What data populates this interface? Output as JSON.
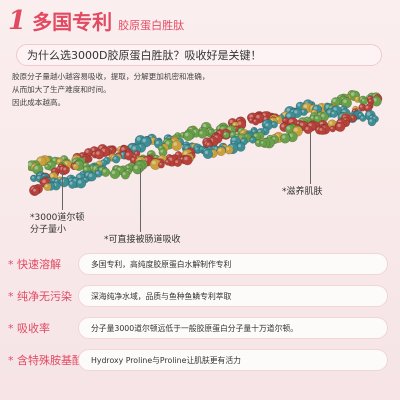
{
  "header": {
    "number": "1",
    "title": "多国专利",
    "subtitle": "胶原蛋白胜肽"
  },
  "question": "为什么选3000D胶原蛋白胜肽？吸收好是关键！",
  "description": [
    "胶原分子量越小越容易吸收，提取，分解更加机密和准确，",
    "从而加大了生产难度和时间。",
    "因此成本越高。"
  ],
  "labels": {
    "left_line1": "*3000道尔顿",
    "left_line2": "分子量小",
    "middle": "*可直接被肠道吸收",
    "right": "*滋养肌肤"
  },
  "features": [
    {
      "name": "* 快速溶解",
      "detail": "多国专利，高纯度胶原蛋白水解制作专利"
    },
    {
      "name": "* 纯净无污染",
      "detail": "深海纯净水域，品质与鱼种鱼鳞专利萃取"
    },
    {
      "name": "* 吸收率",
      "detail": "分子量3000道尔顿远低于一般胶原蛋白分子量十万道尔顿。"
    },
    {
      "name": "* 含特殊胺基酸",
      "detail": "Hydroxy Proline与Proline让肌肤更有活力"
    }
  ],
  "colors": {
    "accent": "#e24a62",
    "helix_teal": "#3e8e96",
    "helix_red": "#b8413a",
    "helix_green": "#6aa04a",
    "helix_gold": "#c9a03c"
  },
  "icons": {
    "molecule": "collagen-helix-illustration"
  }
}
